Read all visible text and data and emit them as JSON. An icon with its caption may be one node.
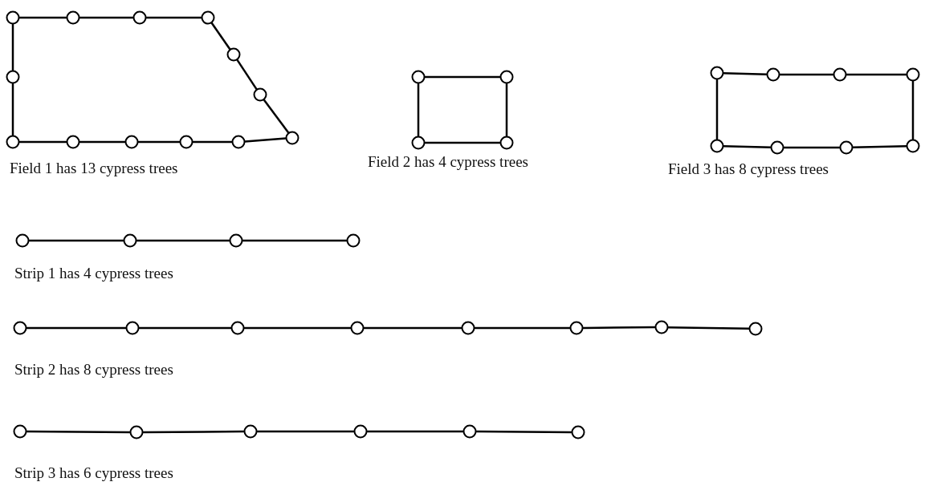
{
  "diagram": {
    "nodes": [
      {
        "text": [],
        "shape": "circle"
      },
      {
        "text": [],
        "shape": "circle"
      },
      {
        "text": [],
        "shape": "circle"
      },
      {
        "text": [],
        "shape": "circle"
      },
      {
        "text": [],
        "shape": "circle"
      },
      {
        "text": [],
        "shape": "circle"
      },
      {
        "text": [],
        "shape": "circle"
      },
      {
        "text": [],
        "shape": "circle"
      },
      {
        "text": [],
        "shape": "circle"
      },
      {
        "text": [],
        "shape": "circle"
      },
      {
        "text": [],
        "shape": "circle"
      },
      {
        "text": [],
        "shape": "circle"
      },
      {
        "text": [],
        "shape": "circle"
      },
      {
        "text": [],
        "shape": "circle"
      },
      {
        "text": [],
        "shape": "circle"
      },
      {
        "text": [],
        "shape": "circle"
      },
      {
        "text": [],
        "shape": "circle"
      },
      {
        "text": [],
        "shape": "circle"
      },
      {
        "text": [],
        "shape": "circle"
      },
      {
        "text": [],
        "shape": "circle"
      },
      {
        "text": [],
        "shape": "circle"
      },
      {
        "text": [],
        "shape": "circle"
      },
      {
        "text": [],
        "shape": "circle"
      },
      {
        "text": [],
        "shape": "circle"
      },
      {
        "text": [],
        "shape": "circle"
      },
      {
        "text": [],
        "shape": "circle"
      },
      {
        "text": [],
        "shape": "circle"
      },
      {
        "text": [],
        "shape": "circle"
      },
      {
        "text": [],
        "shape": "circle"
      },
      {
        "text": [],
        "shape": "circle"
      },
      {
        "text": [],
        "shape": "circle"
      },
      {
        "text": [],
        "shape": "circle"
      },
      {
        "text": [],
        "shape": "circle"
      },
      {
        "text": [],
        "shape": "circle"
      },
      {
        "text": [],
        "shape": "circle"
      },
      {
        "text": [],
        "shape": "circle"
      },
      {
        "text": [],
        "shape": "circle"
      },
      {
        "text": [],
        "shape": "circle"
      },
      {
        "text": [],
        "shape": "circle"
      },
      {
        "text": [],
        "shape": "circle"
      },
      {
        "text": [],
        "shape": "circle"
      },
      {
        "text": [],
        "shape": "circle"
      },
      {
        "text": [],
        "shape": "circle"
      }
    ],
    "edges": [
      {
        "from": 0,
        "to": 1,
        "arrow": "none"
      },
      {
        "from": 1,
        "to": 2,
        "arrow": "none"
      },
      {
        "from": 2,
        "to": 3,
        "arrow": "none"
      },
      {
        "from": 3,
        "to": 4,
        "arrow": "none"
      },
      {
        "from": 4,
        "to": 5,
        "arrow": "none"
      },
      {
        "from": 5,
        "to": 6,
        "arrow": "none"
      },
      {
        "from": 6,
        "to": 7,
        "arrow": "none"
      },
      {
        "from": 7,
        "to": 8,
        "arrow": "none"
      },
      {
        "from": 8,
        "to": 9,
        "arrow": "none"
      },
      {
        "from": 9,
        "to": 10,
        "arrow": "none"
      },
      {
        "from": 10,
        "to": 11,
        "arrow": "none"
      },
      {
        "from": 11,
        "to": 12,
        "arrow": "none"
      },
      {
        "from": 12,
        "to": 0,
        "arrow": "none"
      },
      {
        "from": 13,
        "to": 14,
        "arrow": "none"
      },
      {
        "from": 14,
        "to": 15,
        "arrow": "none"
      },
      {
        "from": 15,
        "to": 16,
        "arrow": "none"
      },
      {
        "from": 16,
        "to": 13,
        "arrow": "none"
      },
      {
        "from": 17,
        "to": 18,
        "arrow": "none"
      },
      {
        "from": 18,
        "to": 19,
        "arrow": "none"
      },
      {
        "from": 19,
        "to": 20,
        "arrow": "none"
      },
      {
        "from": 20,
        "to": 21,
        "arrow": "none"
      },
      {
        "from": 21,
        "to": 22,
        "arrow": "none"
      },
      {
        "from": 22,
        "to": 23,
        "arrow": "none"
      },
      {
        "from": 23,
        "to": 24,
        "arrow": "none"
      },
      {
        "from": 24,
        "to": 17,
        "arrow": "none"
      },
      {
        "from": 25,
        "to": 26,
        "arrow": "none"
      },
      {
        "from": 26,
        "to": 27,
        "arrow": "none"
      },
      {
        "from": 27,
        "to": 28,
        "arrow": "none"
      },
      {
        "from": 29,
        "to": 30,
        "arrow": "none"
      },
      {
        "from": 30,
        "to": 31,
        "arrow": "none"
      },
      {
        "from": 31,
        "to": 32,
        "arrow": "none"
      },
      {
        "from": 32,
        "to": 33,
        "arrow": "none"
      },
      {
        "from": 33,
        "to": 34,
        "arrow": "none"
      },
      {
        "from": 34,
        "to": 35,
        "arrow": "none"
      },
      {
        "from": 35,
        "to": 36,
        "arrow": "none"
      },
      {
        "from": 37,
        "to": 38,
        "arrow": "none"
      },
      {
        "from": 38,
        "to": 39,
        "arrow": "none"
      },
      {
        "from": 39,
        "to": 40,
        "arrow": "none"
      },
      {
        "from": 40,
        "to": 41,
        "arrow": "none"
      },
      {
        "from": 41,
        "to": 42,
        "arrow": "none"
      }
    ],
    "labels": [
      "Field 1 has 13 cypress trees",
      "Field 2 has 4 cypress trees",
      "Field 3 has 8 cypress trees",
      "Strip 1 has 4 cypress trees",
      "Strip 2 has 8 cypress trees",
      "Strip 3 has 6 cypress trees"
    ]
  }
}
